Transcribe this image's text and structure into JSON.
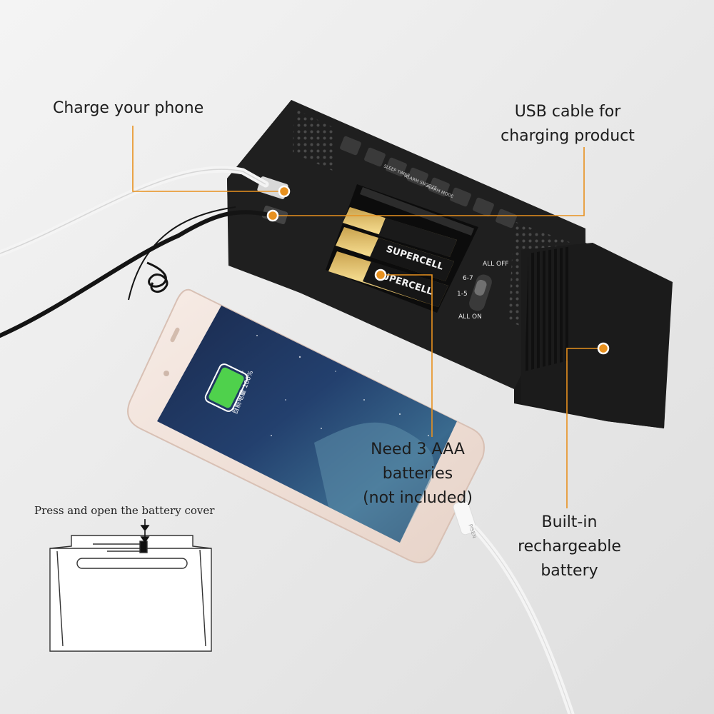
{
  "callouts": {
    "charge_phone": "Charge your phone",
    "usb_cable_line1": "USB cable for",
    "usb_cable_line2": "charging product",
    "aaa_line1": "Need 3 AAA",
    "aaa_line2": "batteries",
    "aaa_line3": "(not included)",
    "builtin_line1": "Built-in",
    "builtin_line2": "rechargeable",
    "builtin_line3": "battery"
  },
  "cover_diagram": {
    "caption": "Press and open the battery cover"
  },
  "device": {
    "switch_top": "ALL OFF",
    "switch_mid1": "6-7",
    "switch_mid2": "1-5",
    "switch_bottom": "ALL ON",
    "button_labels": [
      "SLEEP TIMER",
      "ALARM SNOOZE",
      "ALARM MODE"
    ],
    "battery_brand_1": "SUPERCELL",
    "battery_brand_2": "SUPERCELL"
  },
  "phone": {
    "status_text": "目前电量 100%",
    "battery_percent": 100
  },
  "cable": {
    "brand": "PISEN"
  },
  "colors": {
    "accent": "#e8911f",
    "device_body": "#1d1d1d",
    "background": "#ececec"
  }
}
